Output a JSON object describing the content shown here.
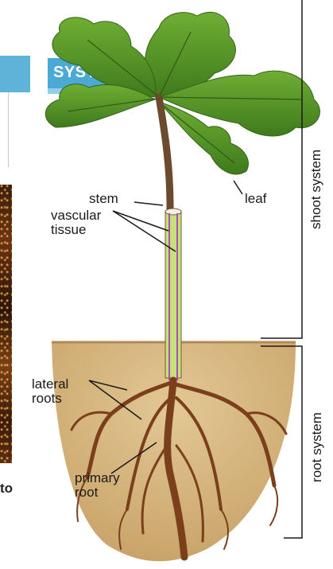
{
  "section_tab": "SYSTEMS",
  "left_cut_text": "to",
  "labels": {
    "stem": "stem",
    "leaf": "leaf",
    "vascular_tissue": "vascular\ntissue",
    "lateral_roots": "lateral\nroots",
    "primary_root": "primary\nroot",
    "shoot_system": "shoot system",
    "root_system": "root system"
  },
  "colors": {
    "tab": "#4ba9d6",
    "leaf": "#5e9a2c",
    "soil": "#d7b883",
    "root": "#8a4a22",
    "vascular": "#9fd04a"
  }
}
